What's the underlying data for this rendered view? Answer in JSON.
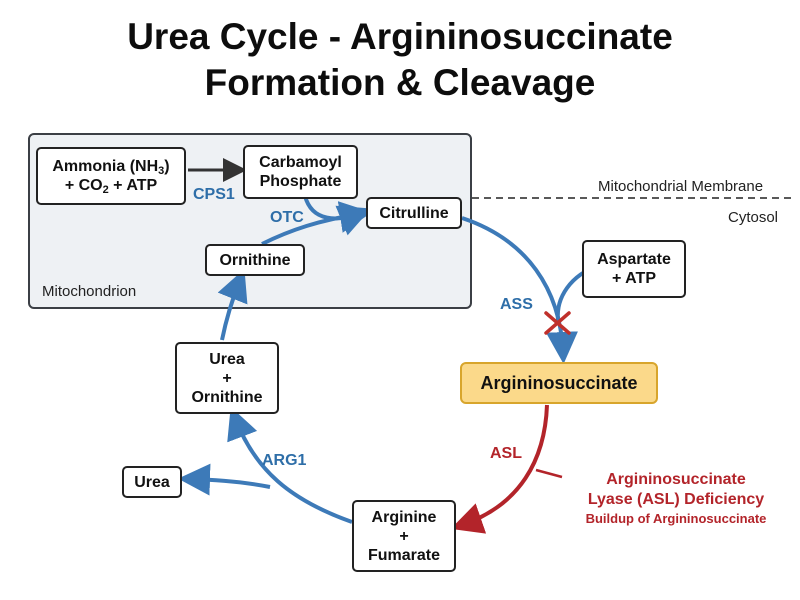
{
  "title": {
    "line1": "Urea Cycle - Argininosuccinate",
    "line2": "Formation & Cleavage"
  },
  "regions": {
    "mitochondrion": "Mitochondrion",
    "membrane": "Mitochondrial Membrane",
    "cytosol": "Cytosol"
  },
  "nodes": {
    "ammonia": {
      "line1_main": "Ammonia (NH",
      "line1_sub": "3",
      "line1_end": ")",
      "line2_main": "+ CO",
      "line2_sub": "2",
      "line2_end": " + ATP"
    },
    "carbamoyl": {
      "line1": "Carbamoyl",
      "line2": "Phosphate"
    },
    "citrulline": "Citrulline",
    "ornithine": "Ornithine",
    "aspartate": {
      "line1": "Aspartate",
      "line2": "+ ATP"
    },
    "argininosuccinate": "Argininosuccinate",
    "urea_ornithine": {
      "line1": "Urea",
      "line2": "+",
      "line3": "Ornithine"
    },
    "urea": "Urea",
    "arginine_fumarate": {
      "line1": "Arginine",
      "line2": "+",
      "line3": "Fumarate"
    }
  },
  "enzymes": {
    "cps1": "CPS1",
    "otc": "OTC",
    "ass": "ASS",
    "asl": "ASL",
    "arg1": "ARG1"
  },
  "deficiency": {
    "line1": "Argininosuccinate",
    "line2": "Lyase (ASL) Deficiency",
    "line3": "Buildup of Argininosuccinate"
  },
  "colors": {
    "blue_arrow": "#3d7ab8",
    "red_arrow": "#b3242a",
    "highlight_fill": "#fbd98a",
    "highlight_border": "#d8a52c",
    "dark_arrow": "#333333"
  }
}
